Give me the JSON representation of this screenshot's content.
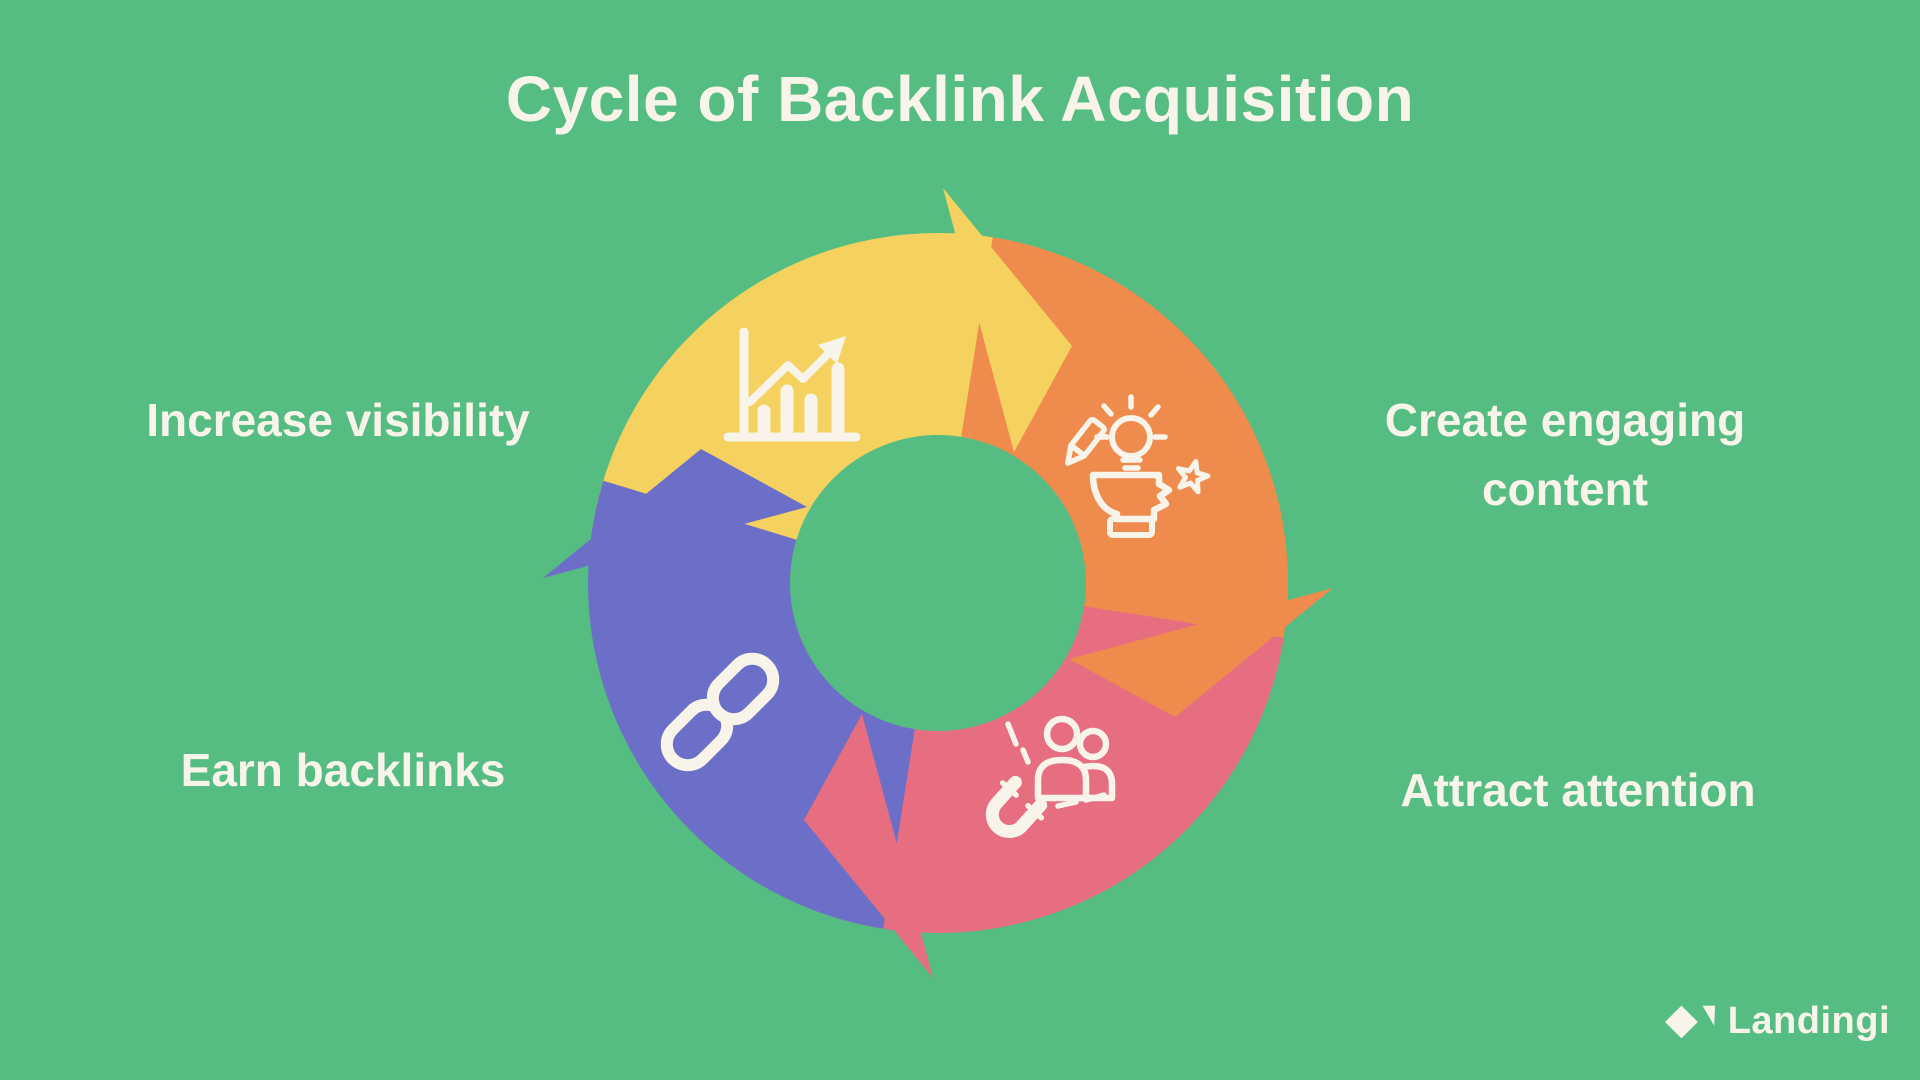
{
  "title": "Cycle of Backlink Acquisition",
  "colors": {
    "background": "#55BD82",
    "text": "#F8F4E9"
  },
  "steps": [
    {
      "label": "Increase visibility",
      "color": "#F5D25F",
      "icon": "growth-chart-icon",
      "position": "top"
    },
    {
      "label": "Create engaging content",
      "color": "#EE8B4D",
      "icon": "creativity-head-icon",
      "position": "right"
    },
    {
      "label": "Attract attention",
      "color": "#E76E80",
      "icon": "magnet-audience-icon",
      "position": "bottom"
    },
    {
      "label": "Earn backlinks",
      "color": "#6C6FC7",
      "icon": "chain-links-icon",
      "position": "left"
    }
  ],
  "brand": {
    "name": "Landingi",
    "mark": "diamond-check-icon"
  }
}
